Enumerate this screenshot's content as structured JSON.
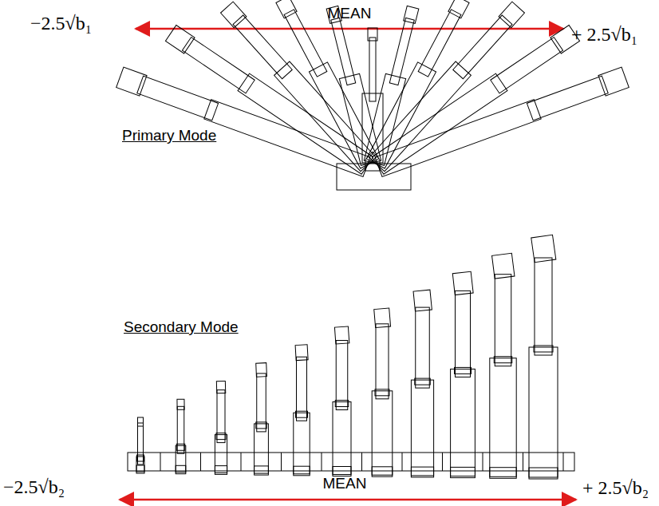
{
  "diagram": {
    "labels": [
      "−2.5√b₁",
      "MEAN",
      "+ 2.5√b₁",
      "Primary Mode",
      "Secondary Mode",
      "−2.5√b₂",
      "MEAN",
      "+ 2.5√b₂"
    ]
  }
}
